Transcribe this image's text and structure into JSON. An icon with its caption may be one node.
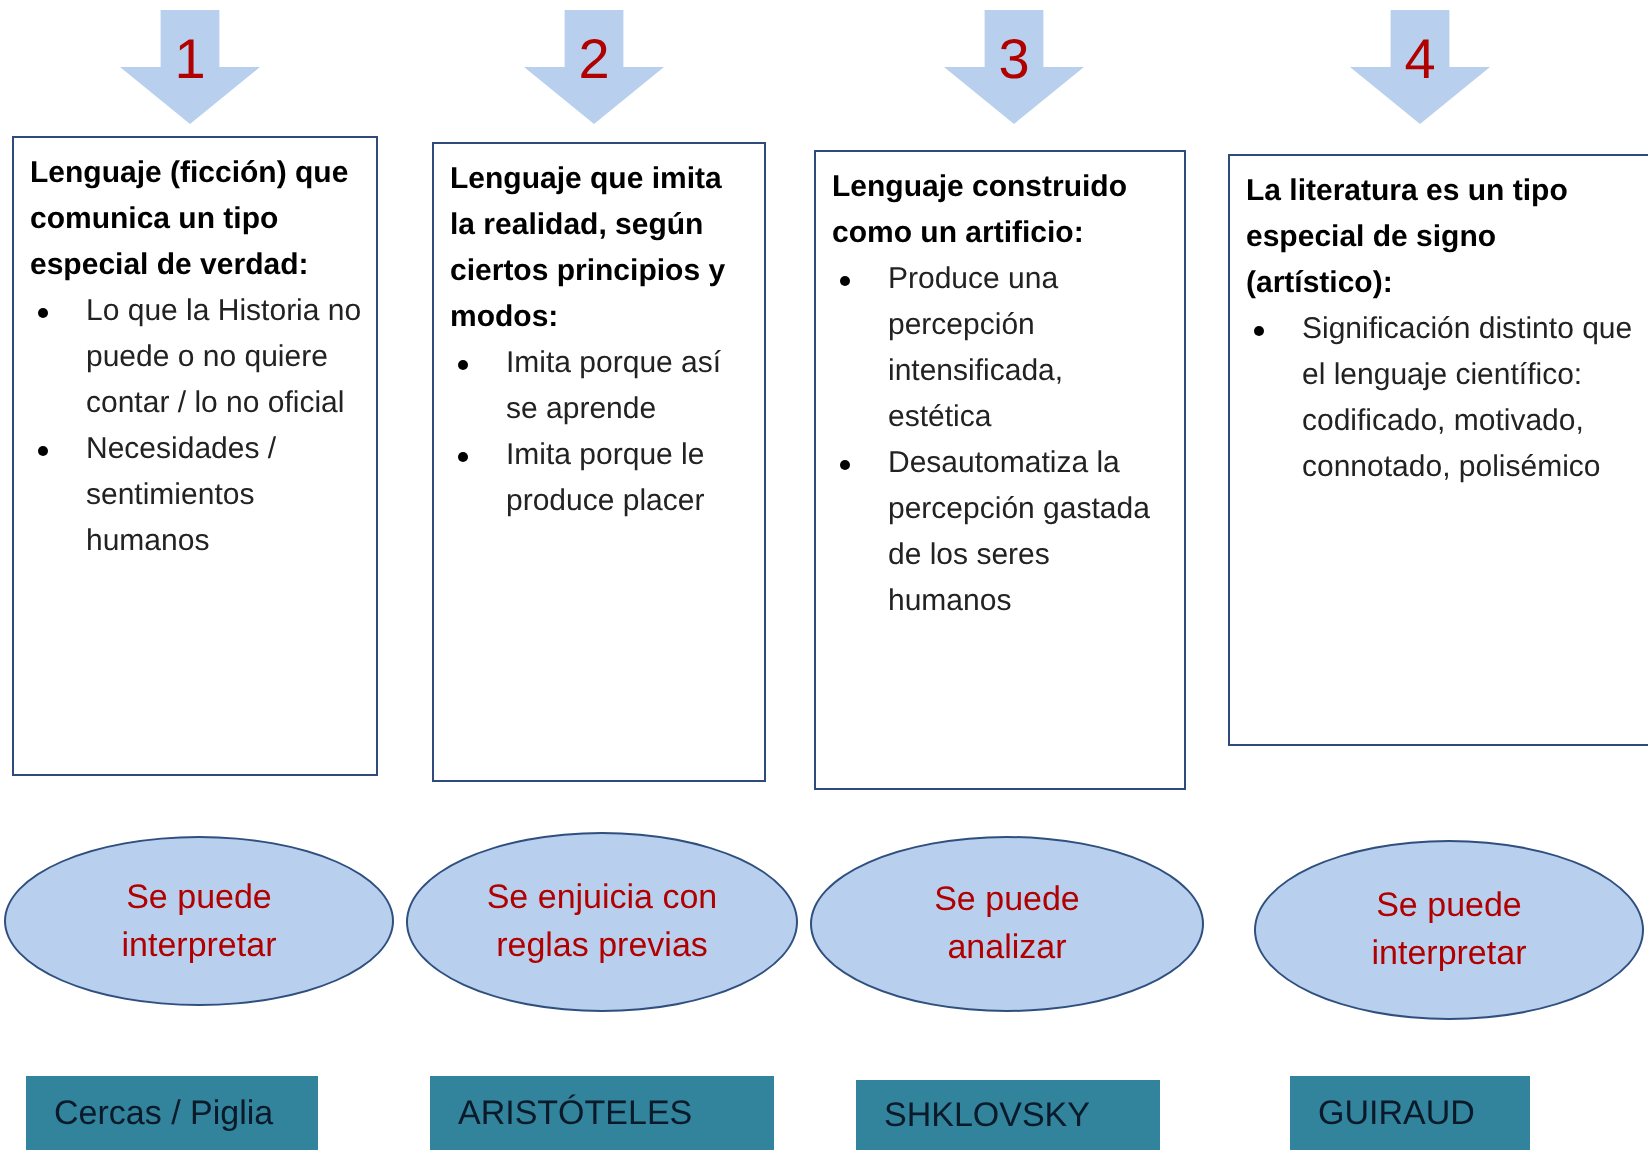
{
  "diagram": {
    "nodes": [
      {
        "text": [
          "1"
        ]
      },
      {
        "text": [
          "2"
        ]
      },
      {
        "text": [
          "3"
        ]
      },
      {
        "text": [
          "4"
        ]
      },
      {
        "text": [
          "Lenguaje (ficción) que comunica un tipo especial de verdad:",
          "Lo que la Historia no puede o no quiere contar / lo no oficial",
          "Necesidades / sentimientos humanos"
        ]
      },
      {
        "text": [
          "Lenguaje que imita la realidad, según ciertos principios y modos:",
          "Imita porque así se aprende",
          "Imita porque le produce placer"
        ]
      },
      {
        "text": [
          "Lenguaje construido como un artificio:",
          "Produce una percepción intensificada, estética",
          "Desautomatiza la percepción gastada de los seres humanos"
        ]
      },
      {
        "text": [
          "La literatura es un tipo especial de signo (artístico):",
          "Significación distinto que el lenguaje científico: codificado, motivado, connotado, polisémico"
        ]
      },
      {
        "text": [
          "Se puede interpretar"
        ]
      },
      {
        "text": [
          "Se enjuicia con reglas previas"
        ]
      },
      {
        "text": [
          "Se puede analizar"
        ]
      },
      {
        "text": [
          "Se puede interpretar"
        ]
      },
      {
        "text": [
          "Cercas / Piglia"
        ]
      },
      {
        "text": [
          "ARISTÓTELES"
        ]
      },
      {
        "text": [
          "SHKLOVSKY"
        ]
      },
      {
        "text": [
          "GUIRAUD"
        ]
      }
    ]
  }
}
